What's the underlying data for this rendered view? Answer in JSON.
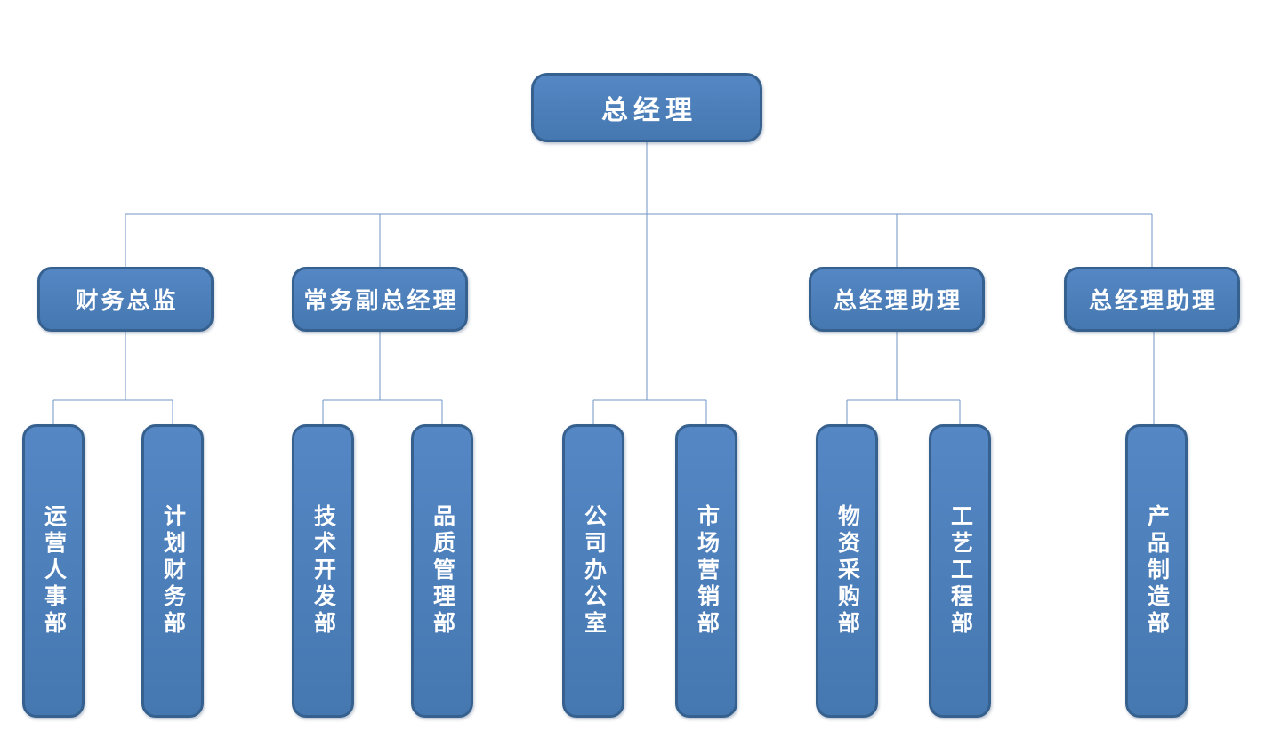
{
  "colors": {
    "box_fill_top": "#5587C5",
    "box_fill_bottom": "#4577B0",
    "box_border": "#36618F",
    "box_text": "#FFFFFF",
    "connector": "#7296C5",
    "page_bg": "#FFFFFF"
  },
  "org": {
    "root": {
      "label": "总经理"
    },
    "managers": [
      {
        "label": "财务总监"
      },
      {
        "label": "常务副总经理"
      },
      {
        "label": "总经理助理"
      },
      {
        "label": "总经理助理"
      }
    ],
    "departments": [
      {
        "label": "运营人事部"
      },
      {
        "label": "计划财务部"
      },
      {
        "label": "技术开发部"
      },
      {
        "label": "品质管理部"
      },
      {
        "label": "公司办公室"
      },
      {
        "label": "市场营销部"
      },
      {
        "label": "物资采购部"
      },
      {
        "label": "工艺工程部"
      },
      {
        "label": "产品制造部"
      }
    ]
  }
}
